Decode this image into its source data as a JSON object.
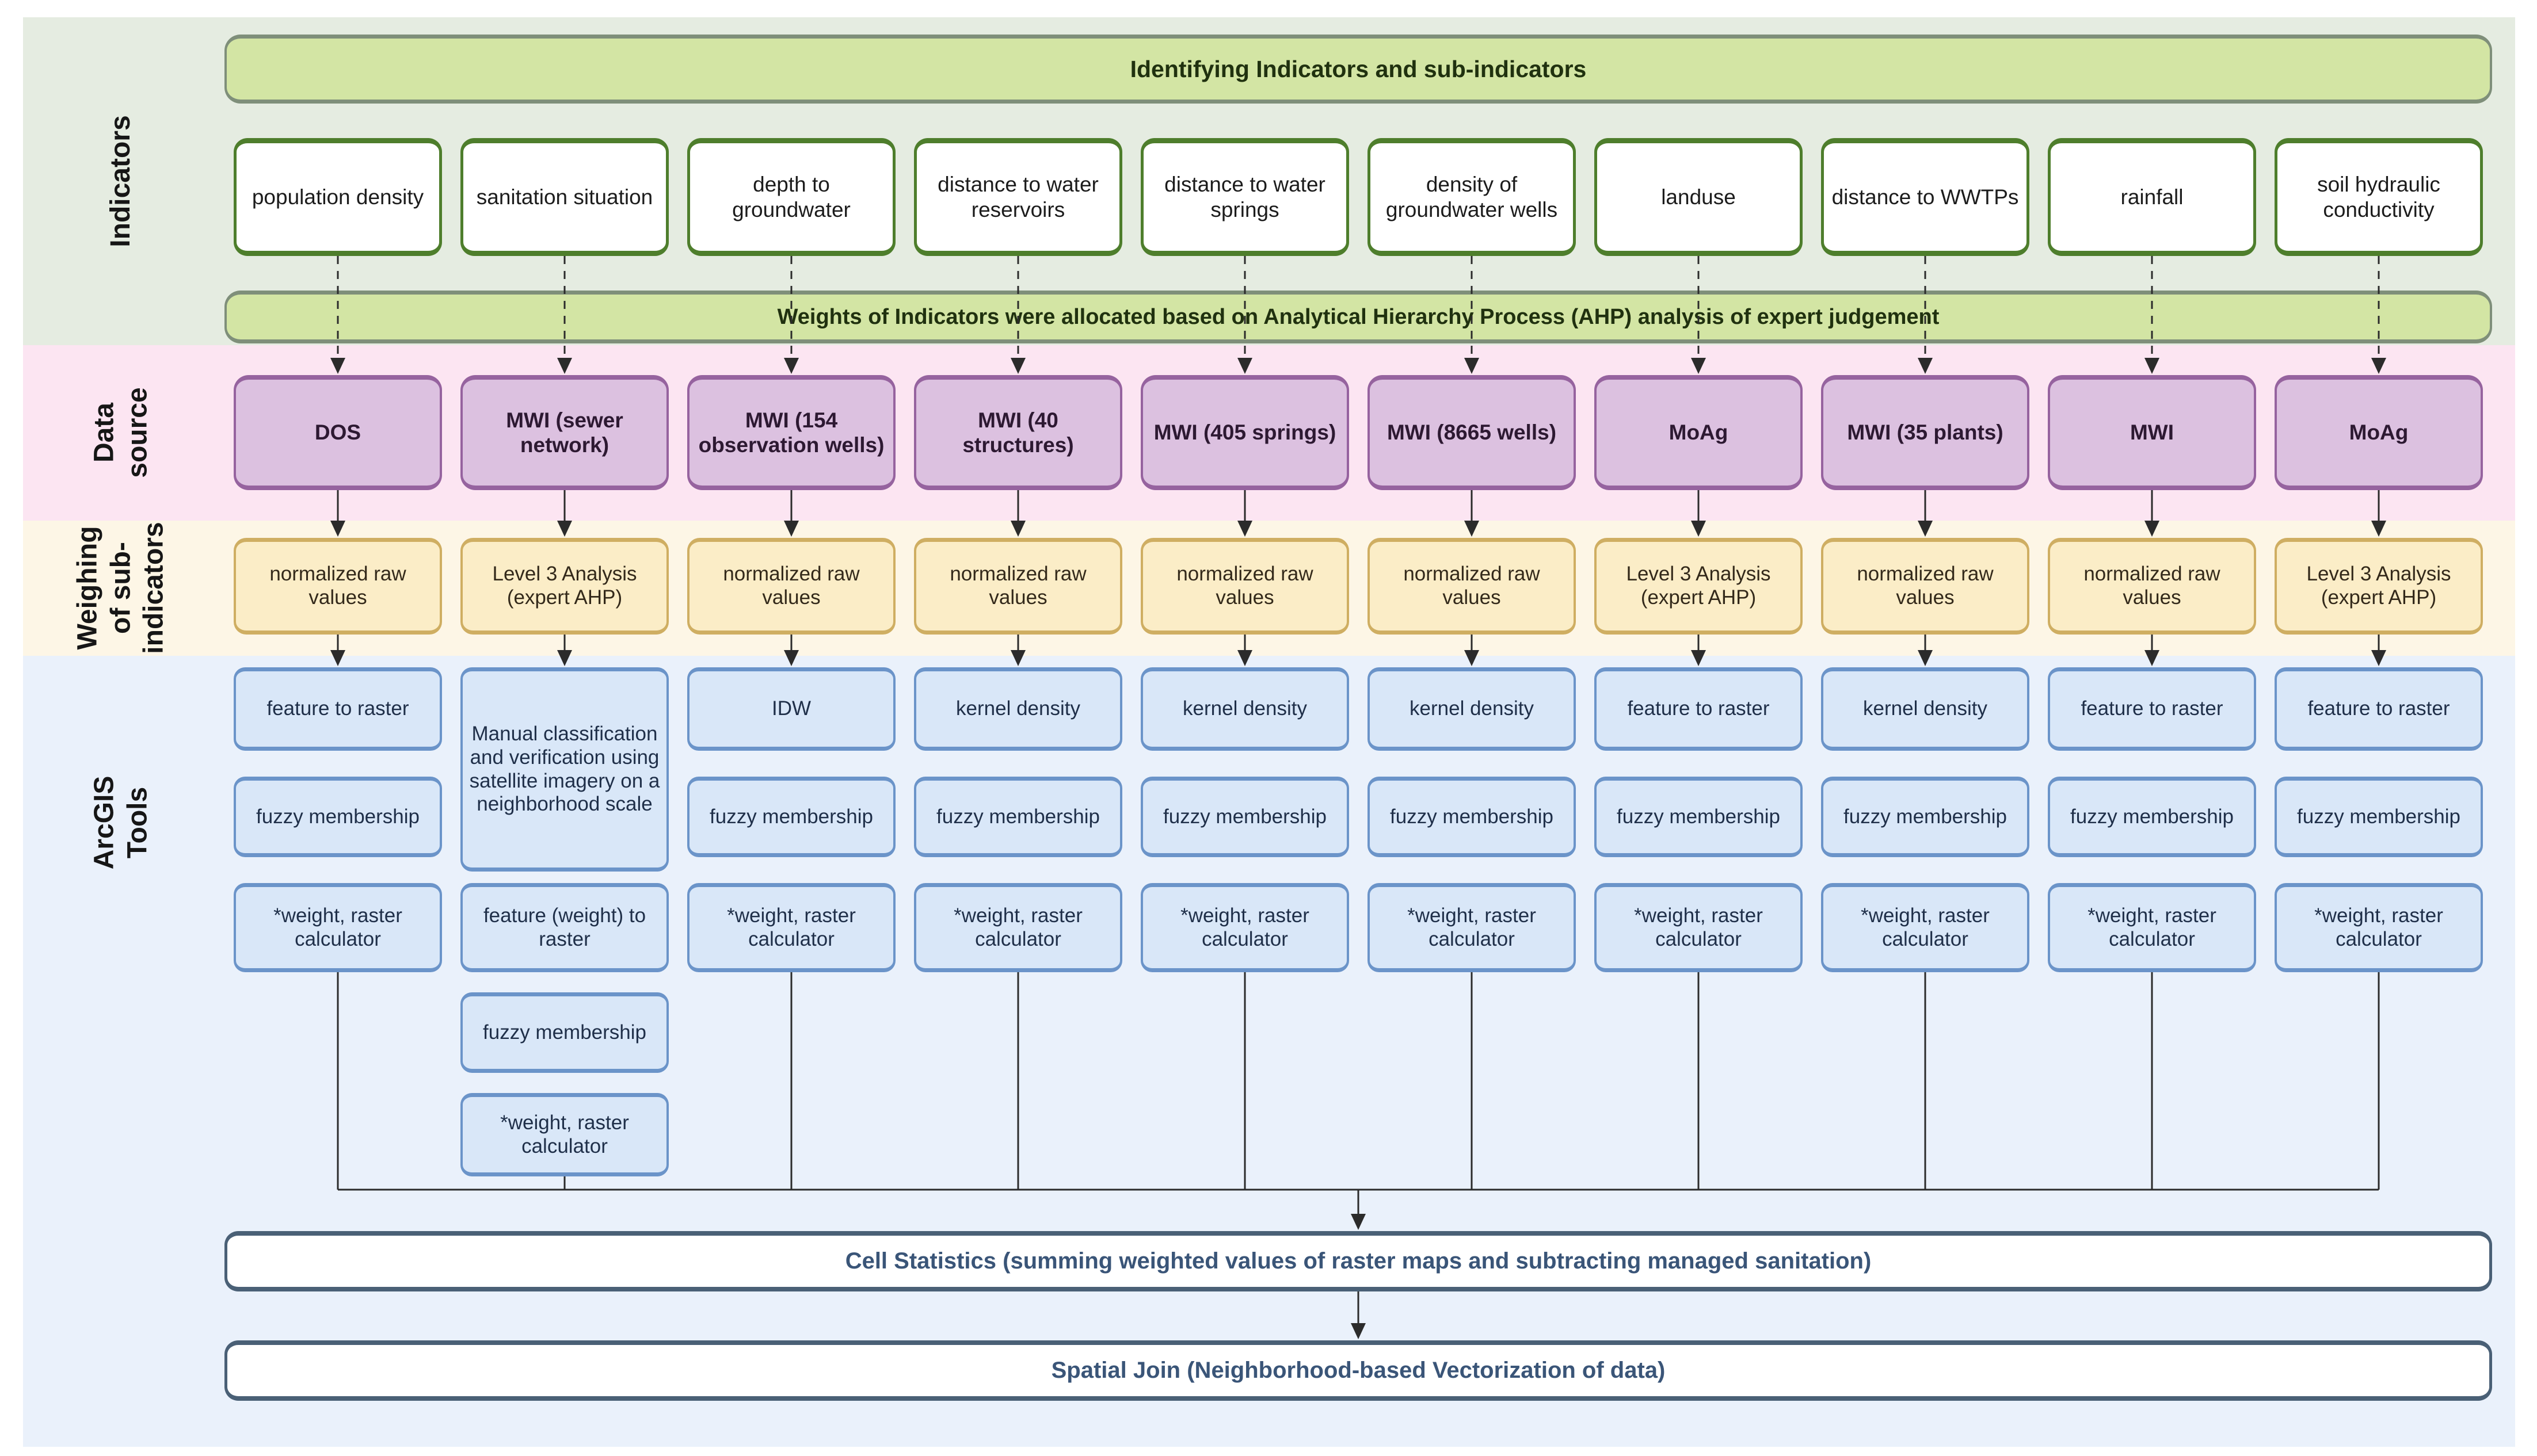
{
  "banners": {
    "top": "Identifying Indicators and sub-indicators",
    "weights": "Weights of Indicators were allocated based on Analytical Hierarchy Process (AHP) analysis of expert judgement",
    "cell_statistics": "Cell Statistics (summing weighted values of raster maps and subtracting managed sanitation)",
    "spatial_join": "Spatial Join (Neighborhood-based Vectorization of data)"
  },
  "row_labels": {
    "indicators": [
      "Indicators"
    ],
    "data_source": [
      "Data",
      "source"
    ],
    "weighing": [
      "Weighing",
      "of sub-",
      "indicators"
    ],
    "arcgis": [
      "ArcGIS",
      "Tools"
    ]
  },
  "columns": [
    {
      "indicator": "population density",
      "source": "DOS",
      "weighing": "normalized raw values",
      "tools": [
        "feature to raster",
        "fuzzy membership",
        "*weight, raster calculator"
      ]
    },
    {
      "indicator": "sanitation situation",
      "source": "MWI (sewer network)",
      "weighing": "Level 3 Analysis (expert AHP)",
      "tools": [
        "Manual classification and verification using satellite imagery on a neighborhood scale",
        "feature (weight) to raster",
        "fuzzy membership",
        "*weight, raster calculator"
      ]
    },
    {
      "indicator": "depth to groundwater",
      "source": "MWI (154 observation wells)",
      "weighing": "normalized raw values",
      "tools": [
        "IDW",
        "fuzzy membership",
        "*weight, raster calculator"
      ]
    },
    {
      "indicator": "distance to water reservoirs",
      "source": "MWI (40 structures)",
      "weighing": "normalized raw values",
      "tools": [
        "kernel density",
        "fuzzy membership",
        "*weight, raster calculator"
      ]
    },
    {
      "indicator": "distance to water springs",
      "source": "MWI (405 springs)",
      "weighing": "normalized raw values",
      "tools": [
        "kernel density",
        "fuzzy membership",
        "*weight, raster calculator"
      ]
    },
    {
      "indicator": "density of groundwater wells",
      "source": "MWI (8665 wells)",
      "weighing": "normalized raw values",
      "tools": [
        "kernel density",
        "fuzzy membership",
        "*weight, raster calculator"
      ]
    },
    {
      "indicator": "landuse",
      "source": "MoAg",
      "weighing": "Level 3 Analysis (expert AHP)",
      "tools": [
        "feature to raster",
        "fuzzy membership",
        "*weight, raster calculator"
      ]
    },
    {
      "indicator": "distance to WWTPs",
      "source": "MWI (35 plants)",
      "weighing": "normalized raw values",
      "tools": [
        "kernel density",
        "fuzzy membership",
        "*weight, raster calculator"
      ]
    },
    {
      "indicator": "rainfall",
      "source": "MWI",
      "weighing": "normalized raw values",
      "tools": [
        "feature to raster",
        "fuzzy membership",
        "*weight, raster calculator"
      ]
    },
    {
      "indicator": "soil hydraulic conductivity",
      "source": "MoAg",
      "weighing": "Level 3 Analysis (expert AHP)",
      "tools": [
        "feature to raster",
        "fuzzy membership",
        "*weight, raster calculator"
      ]
    }
  ],
  "colors": {
    "band_indicators": "#e5ece1",
    "band_data_source": "#fce5f2",
    "band_weighing": "#fdf6e6",
    "band_arcgis": "#eaf1fb",
    "banner_green_fill": "#d3e5a4",
    "banner_green_border": "#7f8f7a",
    "indicator_box_border": "#4e7e2c",
    "source_box_fill": "#dcc1e0",
    "source_box_border": "#96639f",
    "weighing_box_fill": "#fbedc7",
    "weighing_box_border": "#cfae62",
    "tool_box_fill": "#d9e7f8",
    "tool_box_border": "#6b94c9",
    "bottom_banner_border": "#4a6076",
    "bottom_banner_text": "#3a5578",
    "connector": "#2b2b2b"
  }
}
